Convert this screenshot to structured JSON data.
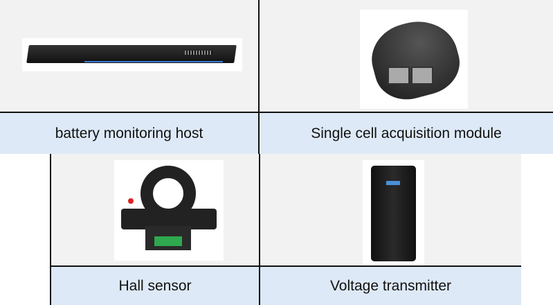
{
  "table_top": {
    "cells": [
      {
        "label": "battery monitoring host",
        "image": "rack-mount-host-image"
      },
      {
        "label": "Single cell acquisition module",
        "image": "acquisition-module-image"
      }
    ]
  },
  "table_bottom": {
    "cells": [
      {
        "label": "Hall sensor",
        "image": "hall-sensor-image"
      },
      {
        "label": "Voltage transmitter",
        "image": "voltage-transmitter-image"
      }
    ]
  },
  "colors": {
    "cell_bg": "#f2f2f2",
    "label_bg": "#dde9f6",
    "border": "#111111"
  }
}
